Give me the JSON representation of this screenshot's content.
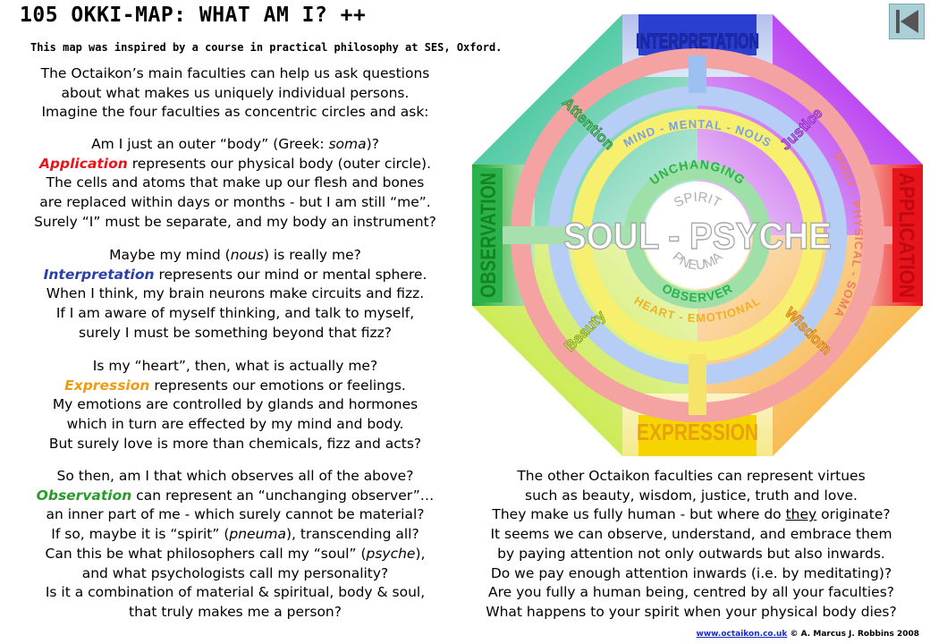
{
  "header": {
    "title": "105 OKKI-MAP: WHAT AM I? ++",
    "subtitle": "This map was inspired by a course in practical philosophy at SES, Oxford."
  },
  "intro": {
    "lines": [
      "The Octaikon’s main faculties can help us ask questions",
      "about what makes us uniquely individual  persons.",
      "Imagine the four faculties as concentric circles and ask:"
    ]
  },
  "body_section": {
    "question": "Am I just an outer “body”  (Greek: ",
    "question_em": "soma",
    "question_end": ")?",
    "keyword": "Application",
    "keyword_rest": " represents our physical body (outer circle).",
    "lines": [
      "The cells and atoms that make up our flesh and bones",
      "are replaced within  days or months - but I am still  “me”.",
      "Surely “I” must be separate, and my body an instrument?"
    ]
  },
  "mind_section": {
    "question": "Maybe my mind (",
    "question_em": "nous",
    "question_end": ") is really me?",
    "keyword": "Interpretation",
    "keyword_rest": " represents our mind or mental sphere.",
    "lines": [
      "When I think,  my brain neurons make circuits and fizz.",
      "If I am aware of myself thinking, and talk to myself,",
      "surely I must be something beyond that fizz?"
    ]
  },
  "heart_section": {
    "question": "Is my “heart”, then, what is actually me?",
    "keyword": "Expression",
    "keyword_rest": " represents our emotions or feelings.",
    "lines": [
      "My emotions are controlled by glands and hormones",
      "which in turn are effected by my mind and body.",
      "But surely love is more than chemicals, fizz and acts?"
    ]
  },
  "observer_section": {
    "question": "So then, am I that which observes all of the above?",
    "keyword": "Observation",
    "keyword_rest": "  can represent an “unchanging observer”…",
    "line1": "an inner part of me - which surely cannot be material?",
    "line2_a": "If so, maybe it is “spirit”  (",
    "line2_em": "pneuma",
    "line2_b": "), transcending all?",
    "line3_a": "Can this be what philosophers call my “soul” (",
    "line3_em": "psyche",
    "line3_b": "),",
    "lines": [
      "and what psychologists  call my personality?",
      "Is it a combination of material & spiritual, body & soul,",
      "that truly makes me a person?"
    ]
  },
  "virtues_section": {
    "line1": "The other Octaikon faculties can represent virtues",
    "line2": "such as beauty, wisdom, justice, truth and love.",
    "line3_a": "They make us fully human - but where do ",
    "line3_u": "they",
    "line3_b": " originate?",
    "lines": [
      "It seems we can observe, understand, and embrace them",
      " by paying attention not only outwards but also inwards.",
      "Do we pay enough attention inwards (i.e. by meditating)?",
      "Are you fully a human being, centred by all your faculties?",
      "What happens to your spirit  when your physical body dies?"
    ]
  },
  "diagram": {
    "sides": {
      "top": "INTERPRETATION",
      "right": "APPLICATION",
      "bottom": "EXPRESSION",
      "left": "OBSERVATION"
    },
    "diagonals": {
      "top_left": "Attention",
      "top_right": "Justice",
      "bottom_left": "Beauty",
      "bottom_right": "Wisdom"
    },
    "rings": {
      "blue": "MIND - MENTAL - NOUS",
      "red": "BODY - PHYSICAL - SOMA",
      "yellow": "HEART - EMOTIONAL",
      "green_top": "UNCHANGING",
      "green_bottom": "OBSERVER"
    },
    "center": {
      "main": "SOUL - PSYCHE",
      "top": "SPIRIT",
      "bottom": "PNEUMA"
    },
    "colors": {
      "green": "#2bb24c",
      "blue": "#2a3fd0",
      "red": "#e8141b",
      "yellow": "#f0d000",
      "violet": "#b000e0",
      "orange": "#f07810"
    }
  },
  "footer": {
    "link": "www.octaikon.co.uk",
    "credit": " © A. Marcus J. Robbins 2008"
  }
}
